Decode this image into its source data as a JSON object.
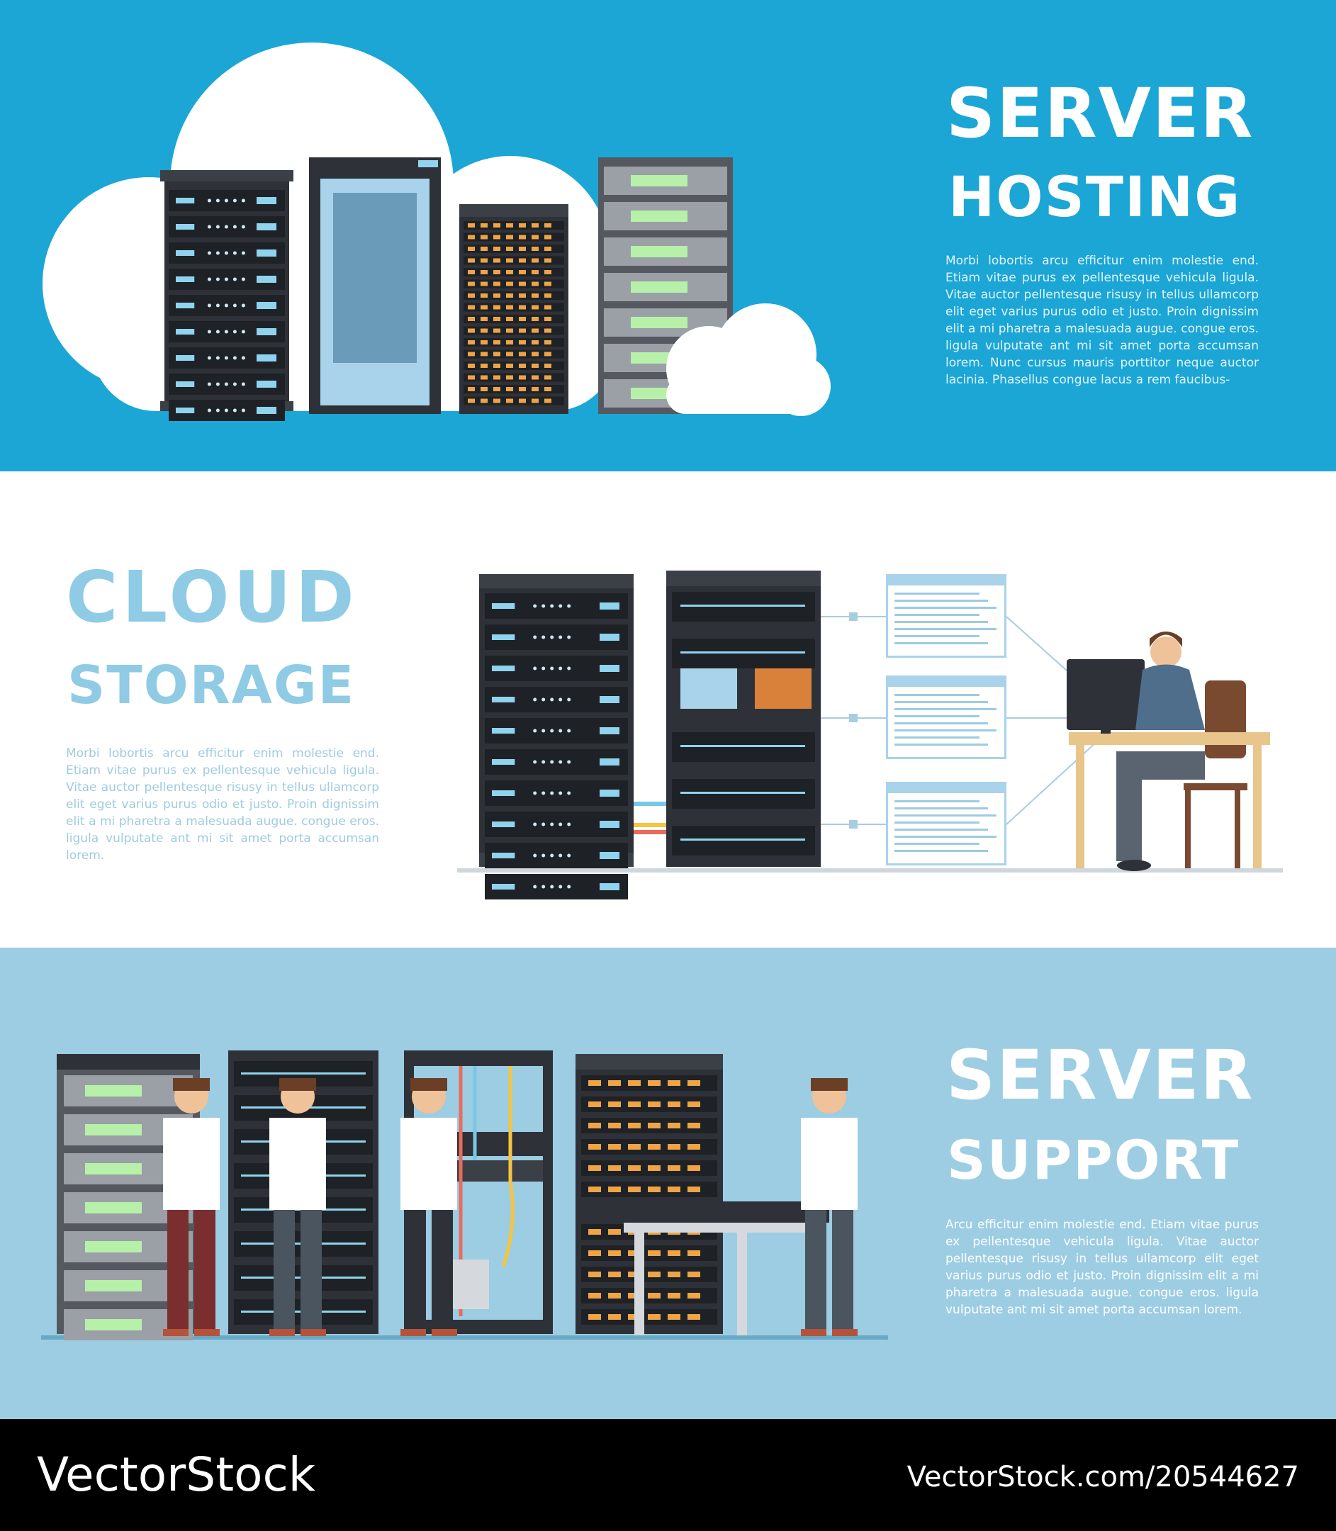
{
  "hosting": {
    "title_line1": "SERVER",
    "title_line2": "HOSTING",
    "body": "Morbi lobortis arcu efficitur enim molestie end. Etiam vitae purus ex pellentesque vehicula ligula. Vitae auctor pellentesque risusy in tellus ullamcorp elit eget varius purus odio et justo. Proin dignissim elit a mi pharetra a malesuada augue. congue eros. ligula vulputate ant mi sit amet porta accumsan lorem. Nunc cursus mauris porttitor neque auctor lacinia. Phasellus congue lacus a rem faucibus-"
  },
  "storage": {
    "title_line1": "CLOUD",
    "title_line2": "STORAGE",
    "body": "Morbi lobortis arcu efficitur enim molestie end. Etiam vitae purus ex pellentesque vehicula ligula. Vitae auctor pellentesque risusy in tellus ullamcorp elit eget varius purus odio et justo. Proin dignissim elit a mi pharetra a malesuada augue. congue eros. ligula vulputate ant mi sit amet porta accumsan lorem."
  },
  "support": {
    "title_line1": "SERVER",
    "title_line2": "SUPPORT",
    "body": "Arcu efficitur enim molestie end. Etiam vitae purus ex pellentesque vehicula ligula. Vitae auctor pellentesque risusy in tellus ullamcorp elit eget varius purus odio et justo. Proin dignissim elit a mi pharetra a malesuada augue. congue eros. ligula vulputate ant mi sit amet porta accumsan lorem."
  },
  "footer": {
    "brand": "VectorStock",
    "url": "VectorStock.com/20544627"
  },
  "colors": {
    "hosting_bg": "#1ba6d6",
    "support_bg": "#9ccde3",
    "storage_title": "#8fcbe4",
    "footer_bg": "#000000"
  },
  "icons": [
    "cloud-icon",
    "server-rack-icon",
    "document-window-icon",
    "technician-figure",
    "desk-computer-icon"
  ]
}
